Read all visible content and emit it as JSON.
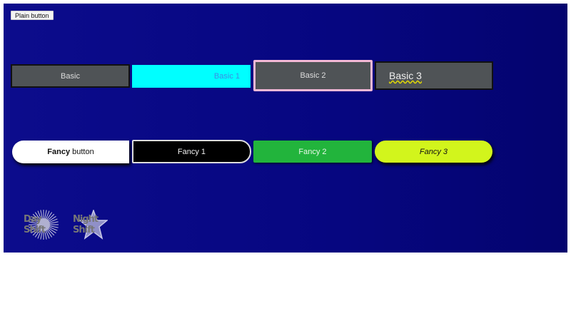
{
  "plain_button": "Plain button",
  "basic": [
    "Basic",
    "Basic 1",
    "Basic 2",
    "Basic 3"
  ],
  "fancy": {
    "button_bold": "Fancy",
    "button_rest": " button",
    "items": [
      "Fancy 1",
      "Fancy 2",
      "Fancy 3"
    ]
  },
  "shifts": {
    "day": "Day Shift",
    "night": "Night Shift"
  },
  "colors": {
    "background": "#08088a",
    "cyan": "#00ffff",
    "green": "#22b43c",
    "lime": "#d2f51c",
    "pink": "#f4b8d6"
  }
}
